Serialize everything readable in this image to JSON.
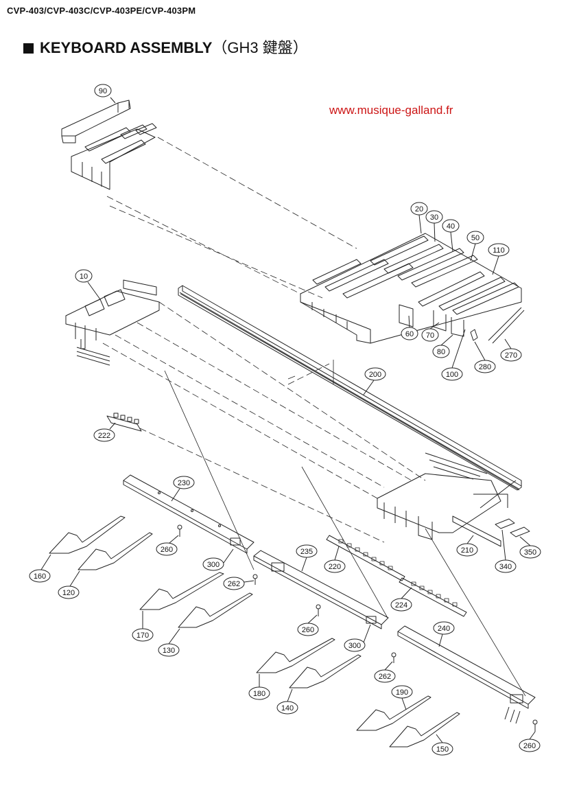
{
  "header": {
    "models": "CVP-403/CVP-403C/CVP-403PE/CVP-403PM",
    "title": "KEYBOARD ASSEMBLY",
    "title_sub": "（GH3 鍵盤）"
  },
  "watermark": "www.musique-galland.fr",
  "callouts": [
    "90",
    "20",
    "30",
    "40",
    "50",
    "110",
    "10",
    "60",
    "70",
    "80",
    "100",
    "280",
    "270",
    "200",
    "222",
    "230",
    "260",
    "300",
    "262",
    "235",
    "220",
    "224",
    "210",
    "340",
    "350",
    "160",
    "120",
    "170",
    "130",
    "260",
    "300",
    "240",
    "262",
    "180",
    "140",
    "190",
    "150",
    "260"
  ]
}
